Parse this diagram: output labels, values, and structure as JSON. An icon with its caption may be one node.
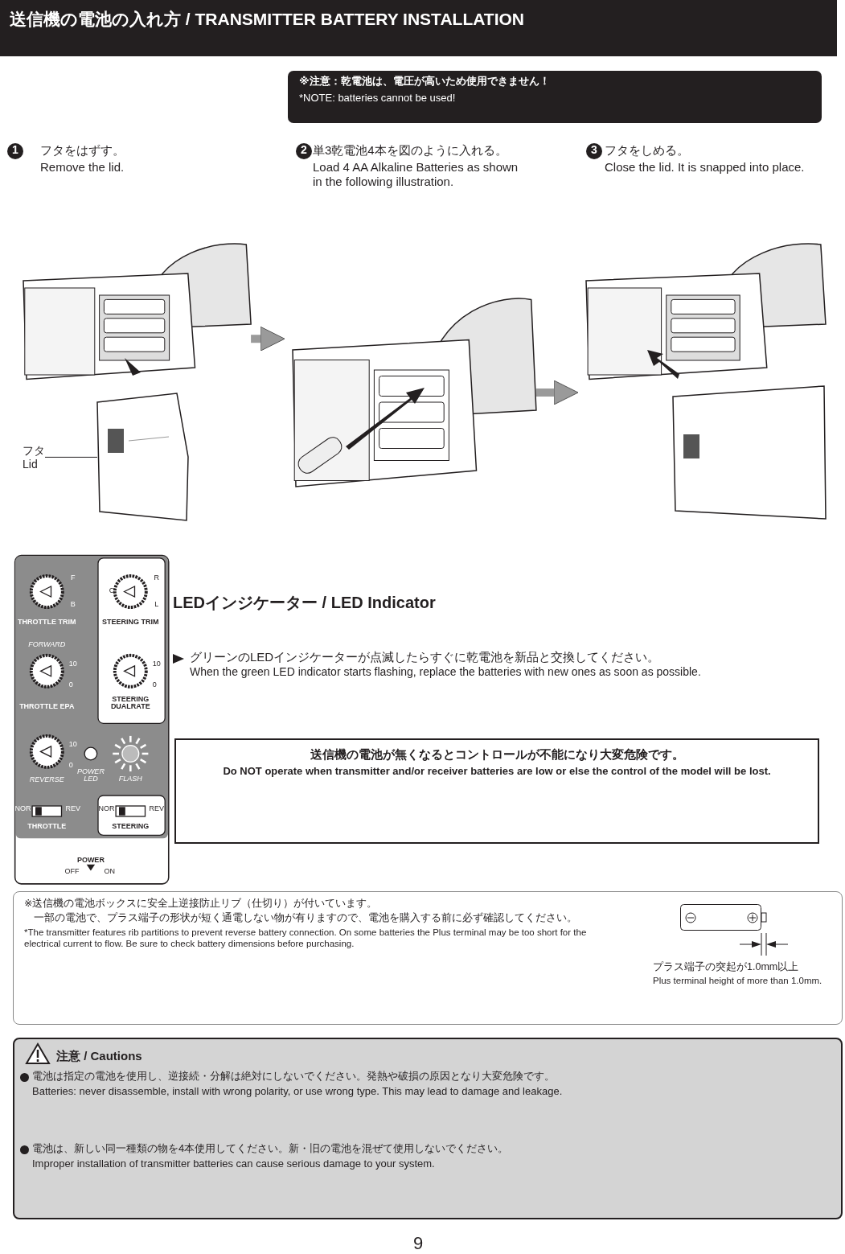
{
  "diagram": {
    "title": "送信機の電池の入れ方 / TRANSMITTER BATTERY INSTALLATION",
    "nodes": [
      {
        "text": [],
        "shape": "picture"
      },
      {
        "text": [],
        "shape": "box"
      },
      {
        "text": [
          "フタ",
          "Lid"
        ]
      },
      {
        "text": [],
        "shape": "picture"
      },
      {
        "text": [],
        "shape": "picture"
      }
    ],
    "edges": [
      {
        "from": 2,
        "to": 1,
        "arrow": "none",
        "color": "#231f20"
      },
      {
        "from": 0,
        "to": 3,
        "arrow": "to"
      },
      {
        "from": 3,
        "to": 4,
        "arrow": "to"
      }
    ],
    "labels": [
      "※注意：乾電池は、電圧が高いため使用できません！",
      "*NOTE: batteries cannot be used!",
      "1",
      "フタをはずす。",
      "Remove the lid.",
      "2",
      "単3乾電池4本を図のように入れる。",
      "Load 4 AA Alkaline Batteries as shown in the following illustration.",
      "3",
      "フタをしめる。",
      "Close the lid. It is snapped into place.",
      "LEDインジケーター / LED Indicator",
      "グリーンのLEDインジケーターが点滅したらすぐに乾電池を新品と交換してください。",
      "When the green LED indicator starts flashing, replace the batteries with new ones as soon as possible.",
      "送信機の電池が無くなるとコントロールが不能になり大変危険です。",
      "Do NOT operate when transmitter and/or receiver batteries are low or else the control of the model will be lost.",
      "※送信機の電池ボックスに安全上逆接防止リブ（仕切り）が付いています。",
      "一部の電池で、プラス端子の形状が短く通電しない物が有りますので、電池を購入する前に必ず確認してください。",
      "*The transmitter features rib partitions to prevent reverse battery connection. On some batteries the Plus terminal may be too short for the electrical current to flow. Be sure to check battery dimensions before purchasing.",
      "プラス端子の突起が1.0mm以上",
      "Plus terminal height of more than 1.0mm.",
      "注意 / Cautions",
      "電池は指定の電池を使用し、逆接続・分解は絶対にしないでください。発熱や破損の原因となり大変危険です。",
      "Batteries: never disassemble, install with wrong polarity, or use wrong type. This may lead to damage and leakage.",
      "電池は、新しい同一種類の物を4本使用してください。新・旧の電池を混ぜて使用しないでください。",
      "Improper installation of transmitter batteries can cause serious damage to your system.",
      "9",
      "F",
      "B",
      "THROTTLE TRIM",
      "C",
      "R",
      "L",
      "STEERING TRIM",
      "FORWARD",
      "10",
      "0",
      "THROTTLE EPA",
      "10",
      "0",
      "STEERING DUALRATE",
      "10",
      "0",
      "REVERSE",
      "POWER LED",
      "FLASH",
      "NOR",
      "REV",
      "THROTTLE",
      "NOR",
      "REV",
      "STEERING",
      "POWER",
      "OFF",
      "ON"
    ]
  }
}
